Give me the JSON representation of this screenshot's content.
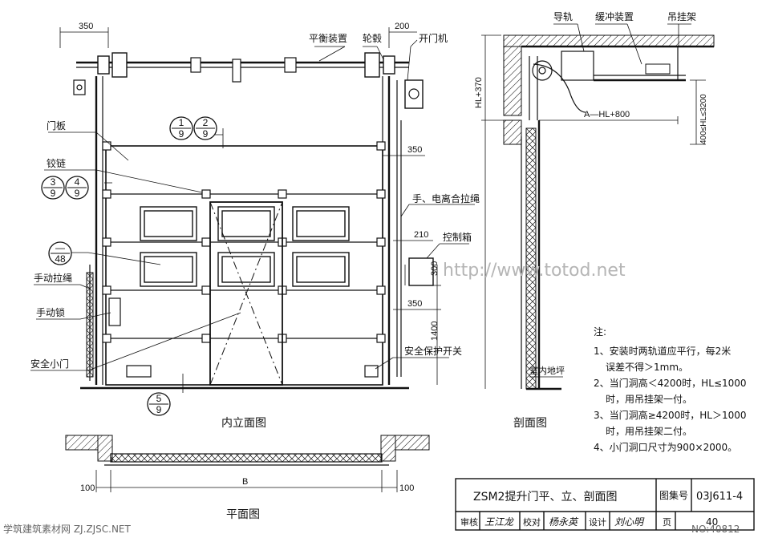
{
  "labels": {
    "balance_device": "平衡装置",
    "pulley": "轮毂",
    "opener": "开门机",
    "guide_rail": "导轨",
    "buffer": "缓冲装置",
    "hanger": "吊挂架",
    "door_panel": "门板",
    "hinge": "铰链",
    "rope": "手、电离合拉绳",
    "control_box": "控制箱",
    "manual_rope": "手动拉绳",
    "manual_lock": "手动锁",
    "wicket_door": "安全小门",
    "safety_switch": "安全保护开关",
    "indoor_floor": "室内地坪"
  },
  "refs": {
    "r1_top": "1",
    "r1_bot": "9",
    "r2_top": "2",
    "r2_bot": "9",
    "r3_top": "3",
    "r3_bot": "9",
    "r4_top": "4",
    "r4_bot": "9",
    "r5_top": "—",
    "r5_bot": "48",
    "r6_top": "5",
    "r6_bot": "9"
  },
  "dims": {
    "d350_top": "350",
    "d200": "200",
    "d350_mid": "350",
    "d210": "210",
    "d300": "300",
    "d350_low": "350",
    "d1400": "1400",
    "d100_l": "100",
    "d100_r": "100",
    "dB": "B",
    "hl370": "HL+370",
    "ahl800": "A—HL+800",
    "hlrange": "400≤HL≤3200"
  },
  "view_titles": {
    "elevation": "内立面图",
    "section": "剖面图",
    "plan": "平面图"
  },
  "notes": {
    "heading": "注:",
    "n1a": "1、安装时两轨道应平行，每2米",
    "n1b": "误差不得＞1mm。",
    "n2a": "2、当门洞高＜4200时，HL≤1000",
    "n2b": "时，用吊挂架一付。",
    "n3a": "3、当门洞高≥4200时，HL＞1000",
    "n3b": "时，用吊挂架二付。",
    "n4": "4、小门洞口尺寸为900×2000。"
  },
  "watermark": "http://www.totod.net",
  "title_block": {
    "title": "ZSM2提升门平、立、剖面图",
    "atlas_label": "图集号",
    "atlas_no": "03J611-4",
    "review": "审核",
    "review_sig": "王江龙",
    "check": "校对",
    "check_sig": "杨永英",
    "design": "设计",
    "design_sig": "刘心明",
    "page": "页",
    "page_no": "40"
  },
  "footer_site": "学筑建筑素材网 ZJ.ZJSC.NET",
  "footer_code": "NO:40812"
}
